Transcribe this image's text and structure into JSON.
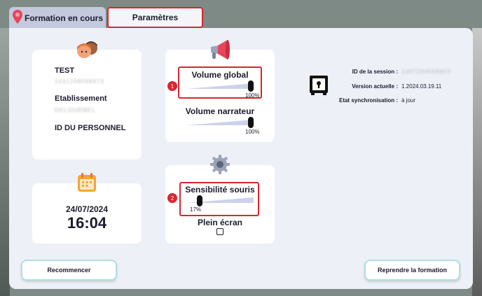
{
  "tabs": {
    "formation": "Formation en cours",
    "parametres": "Paramètres"
  },
  "user": {
    "name": "TEST",
    "name_value": "1031208568973",
    "establishment_label": "Etablissement",
    "establishment_value": "DELOURMEL",
    "staff_id_label": "ID DU PERSONNEL"
  },
  "datetime": {
    "date": "24/07/2024",
    "time": "16:04"
  },
  "sound": {
    "global_label": "Volume global",
    "global_value": "100%",
    "global_level": 1.0,
    "narrator_label": "Volume narrateur",
    "narrator_value": "100%",
    "narrator_level": 1.0,
    "badge": "1"
  },
  "mouse": {
    "sensitivity_label": "Sensibilité souris",
    "sensitivity_value": "17%",
    "sensitivity_level": 0.17,
    "fullscreen_label": "Plein écran",
    "badge": "2"
  },
  "session": {
    "session_id_label": "ID de la session :",
    "session_id_value": "1007204568903",
    "version_label": "Version actuelle :",
    "version_value": "1.2024.03.19.11",
    "sync_label": "Etat synchronisation :",
    "sync_value": "à jour"
  },
  "buttons": {
    "restart": "Recommencer",
    "resume": "Reprendre la formation"
  },
  "colors": {
    "highlight": "#d8262f",
    "button_border": "#aee0e0",
    "panel": "#eef0f8"
  }
}
